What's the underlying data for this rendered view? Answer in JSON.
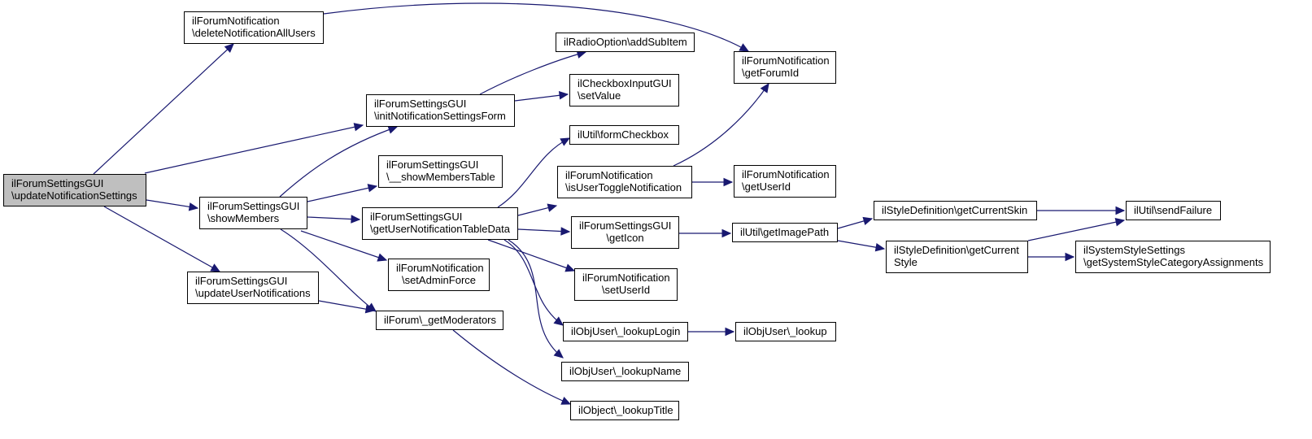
{
  "colors": {
    "edge": "#191970",
    "root_fill": "#bfbfbf",
    "node_fill": "#ffffff",
    "border": "#000000"
  },
  "nodes": {
    "n_update_notif": [
      "ilForumSettingsGUI",
      "\\updateNotificationSettings"
    ],
    "n_delete_all": [
      "ilForumNotification",
      "\\deleteNotificationAllUsers"
    ],
    "n_init_form": [
      "ilForumSettingsGUI",
      "\\initNotificationSettingsForm"
    ],
    "n_show_members": [
      "ilForumSettingsGUI",
      "\\showMembers"
    ],
    "n_update_user_notif": [
      "ilForumSettingsGUI",
      "\\updateUserNotifications"
    ],
    "n_show_members_table": [
      "ilForumSettingsGUI",
      "\\__showMembersTable"
    ],
    "n_get_table_data": [
      "ilForumSettingsGUI",
      "\\getUserNotificationTableData"
    ],
    "n_set_admin_force": [
      "ilForumNotification",
      "\\setAdminForce"
    ],
    "n_get_moderators": [
      "ilForum\\_getModerators"
    ],
    "n_add_sub_item": [
      "ilRadioOption\\addSubItem"
    ],
    "n_set_value": [
      "ilCheckboxInputGUI",
      "\\setValue"
    ],
    "n_form_checkbox": [
      "ilUtil\\formCheckbox"
    ],
    "n_is_user_toggle": [
      "ilForumNotification",
      "\\isUserToggleNotification"
    ],
    "n_get_icon": [
      "ilForumSettingsGUI",
      "\\getIcon"
    ],
    "n_set_user_id": [
      "ilForumNotification",
      "\\setUserId"
    ],
    "n_lookup_login": [
      "ilObjUser\\_lookupLogin"
    ],
    "n_lookup_name": [
      "ilObjUser\\_lookupName"
    ],
    "n_lookup_title": [
      "ilObject\\_lookupTitle"
    ],
    "n_get_forum_id": [
      "ilForumNotification",
      "\\getForumId"
    ],
    "n_get_user_id": [
      "ilForumNotification",
      "\\getUserId"
    ],
    "n_get_image_path": [
      "ilUtil\\getImagePath"
    ],
    "n_lookup": [
      "ilObjUser\\_lookup"
    ],
    "n_get_current_skin": [
      "ilStyleDefinition\\getCurrentSkin"
    ],
    "n_get_current_style": [
      "ilStyleDefinition\\getCurrent",
      "Style"
    ],
    "n_send_failure": [
      "ilUtil\\sendFailure"
    ],
    "n_get_sys_style": [
      "ilSystemStyleSettings",
      "\\getSystemStyleCategoryAssignments"
    ]
  }
}
